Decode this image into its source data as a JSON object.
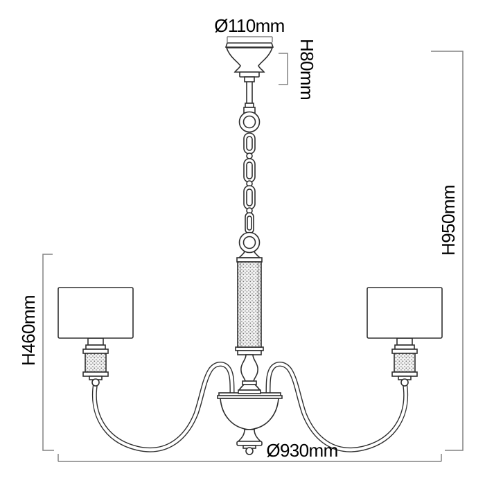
{
  "drawing": {
    "kind": "chandelier dimension diagram",
    "labels": {
      "canopy_diameter": "Ø110mm",
      "canopy_height": "H80mm",
      "overall_height": "H950mm",
      "fixture_height": "H460mm",
      "overall_diameter": "Ø930mm"
    },
    "colors": {
      "background": "#ffffff",
      "outline": "#2e2e2e",
      "dimension_line": "#828282",
      "label_text": "#000000"
    }
  }
}
